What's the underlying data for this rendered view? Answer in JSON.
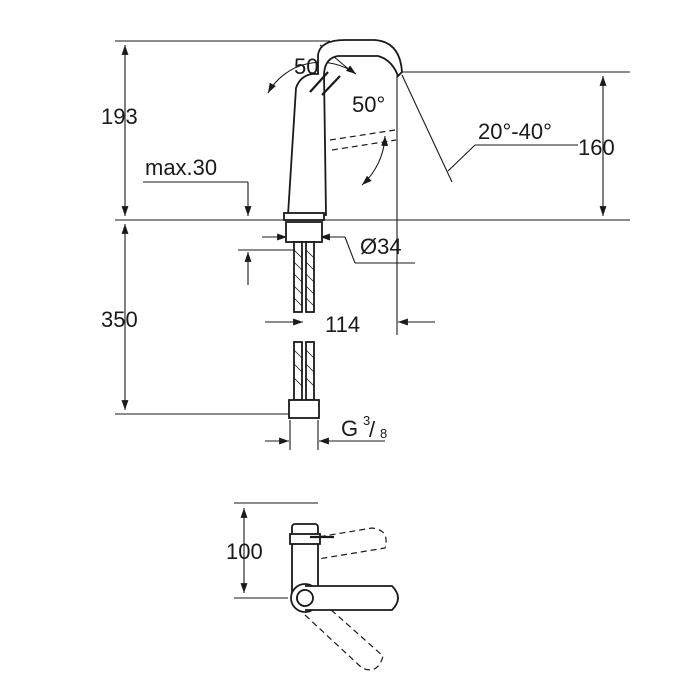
{
  "dimensions": {
    "total_height": "193",
    "spout_height": "160",
    "lever_angle_top": "50°",
    "lever_angle_side": "50°",
    "spout_angle": "20°-40°",
    "max_thickness": "max.30",
    "hole_diameter": "Ø34",
    "hose_length": "350",
    "spout_reach": "114",
    "connection": "G",
    "connection_num": "3",
    "connection_den": "8",
    "lever_travel": "100"
  }
}
